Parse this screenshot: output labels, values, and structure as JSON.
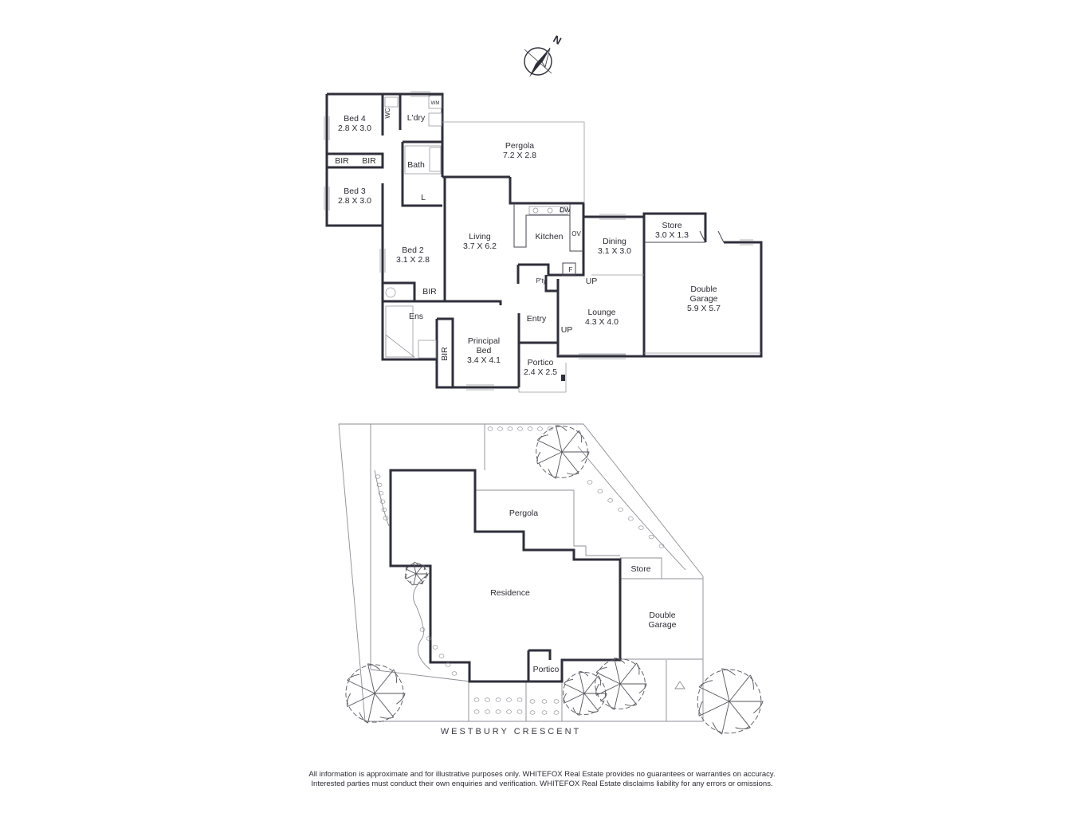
{
  "compass": {
    "north_label": "N",
    "icon": "north-arrow-icon"
  },
  "rooms": {
    "bed4": {
      "name": "Bed 4",
      "dims": "2.8 X 3.0"
    },
    "wc": "WC",
    "laundry": "L'dry",
    "wm": "WM",
    "pergola": {
      "name": "Pergola",
      "dims": "7.2 X 2.8"
    },
    "bir_a": "BIR",
    "bir_b": "BIR",
    "bath": "Bath",
    "bed3": {
      "name": "Bed 3",
      "dims": "2.8 X 3.0"
    },
    "linen": "L",
    "dw": "DW",
    "ov": "OV",
    "kitchen": "Kitchen",
    "living": {
      "name": "Living",
      "dims": "3.7 X 6.2"
    },
    "dining": {
      "name": "Dining",
      "dims": "3.1 X 3.0"
    },
    "store": {
      "name": "Store",
      "dims": "3.0 X 1.3"
    },
    "bed2": {
      "name": "Bed 2",
      "dims": "3.1 X 2.8"
    },
    "fridge": "F",
    "pantry": "P'ty",
    "up_dining": "UP",
    "double_garage": {
      "name_line1": "Double",
      "name_line2": "Garage",
      "dims": "5.9 X 5.7"
    },
    "bir_c": "BIR",
    "ensuite": "Ens",
    "entry": "Entry",
    "up_entry": "UP",
    "lounge": {
      "name": "Lounge",
      "dims": "4.3 X 4.0"
    },
    "principal_bed": {
      "name_line1": "Principal",
      "name_line2": "Bed",
      "dims": "3.4 X 4.1"
    },
    "bir_d": "BIR",
    "portico": {
      "name": "Portico",
      "dims": "2.4 X 2.5"
    }
  },
  "site_plan": {
    "pergola": "Pergola",
    "store": "Store",
    "residence": "Residence",
    "garage_line1": "Double",
    "garage_line2": "Garage",
    "portico": "Portico",
    "street": "WESTBURY CRESCENT"
  },
  "disclaimer": {
    "line1": "All information is approximate and for illustrative purposes only. WHITEFOX Real Estate provides no guarantees or warranties on accuracy.",
    "line2": "Interested parties must conduct their own enquiries and verification. WHITEFOX Real Estate disclaims liability for any errors or omissions."
  },
  "colors": {
    "wall": "#2f2f3b",
    "line": "#8c8c94",
    "text": "#2b2b33"
  }
}
